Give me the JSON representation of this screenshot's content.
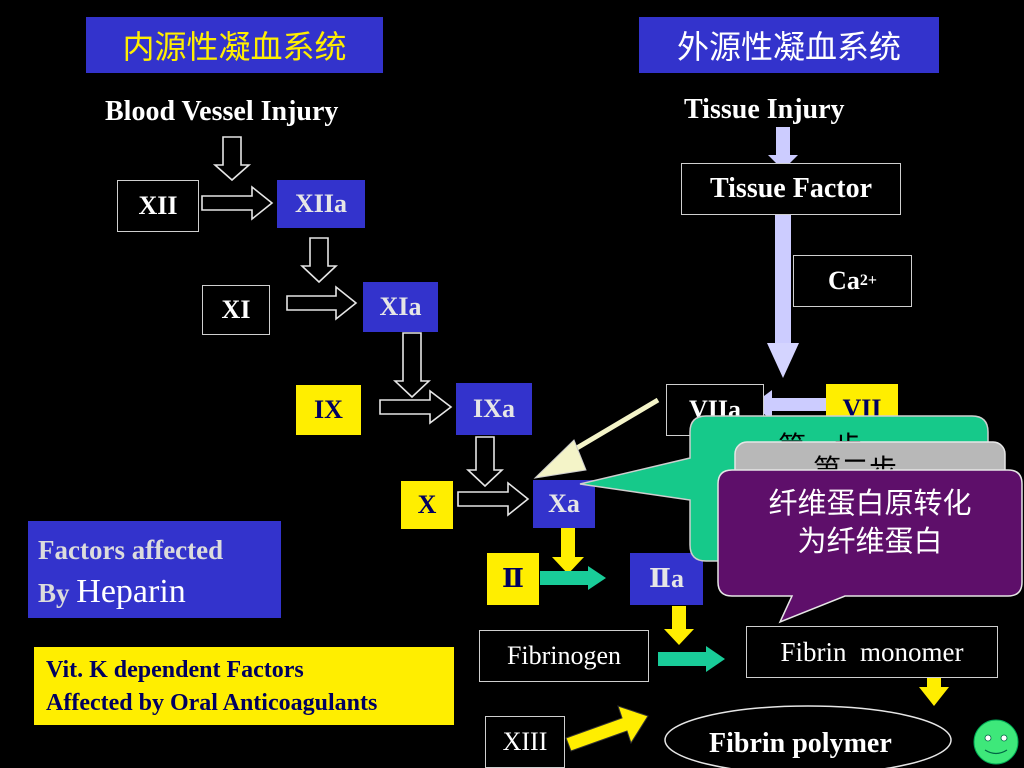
{
  "titles": {
    "intrinsic": "内源性凝血系统",
    "extrinsic": "外源性凝血系统"
  },
  "labels": {
    "blood_vessel_injury": "Blood Vessel Injury",
    "tissue_injury": "Tissue Injury"
  },
  "factors": {
    "xii": "XII",
    "xiia": "XIIa",
    "xi": "XI",
    "xia": "XIa",
    "ix": "IX",
    "ixa": "IXa",
    "x": "X",
    "xa": "Xa",
    "tissue_factor": "Tissue Factor",
    "ca": "Ca",
    "ca_sup": "2+",
    "viia": "VIIa",
    "vii": "VII",
    "ii": "Ⅱ",
    "iia": "Ⅱa",
    "fibrinogen": "Fibrinogen",
    "fibrin_monomer": "Fibrin  monomer",
    "xiii": "XIII",
    "fibrin_polymer": "Fibrin polymer"
  },
  "heparin_box": {
    "line1": "Factors affected",
    "line2_prefix": "By ",
    "line2_word": "Heparin"
  },
  "vitk_box": {
    "line1": "Vit. K dependent Factors",
    "line2": "Affected by Oral Anticoagulants"
  },
  "callouts": {
    "step1_partial": "第一步",
    "step2_partial": "第二步",
    "step3_line1": "纤维蛋白原转化",
    "step3_line2": "为纤维蛋白"
  },
  "colors": {
    "blue": "#3333cc",
    "yellow": "#ffee00",
    "teal_callout": "#16c98a",
    "gray_callout": "#b8b8b8",
    "purple_callout": "#5e0f6a",
    "smiley": "#3ee87a"
  }
}
